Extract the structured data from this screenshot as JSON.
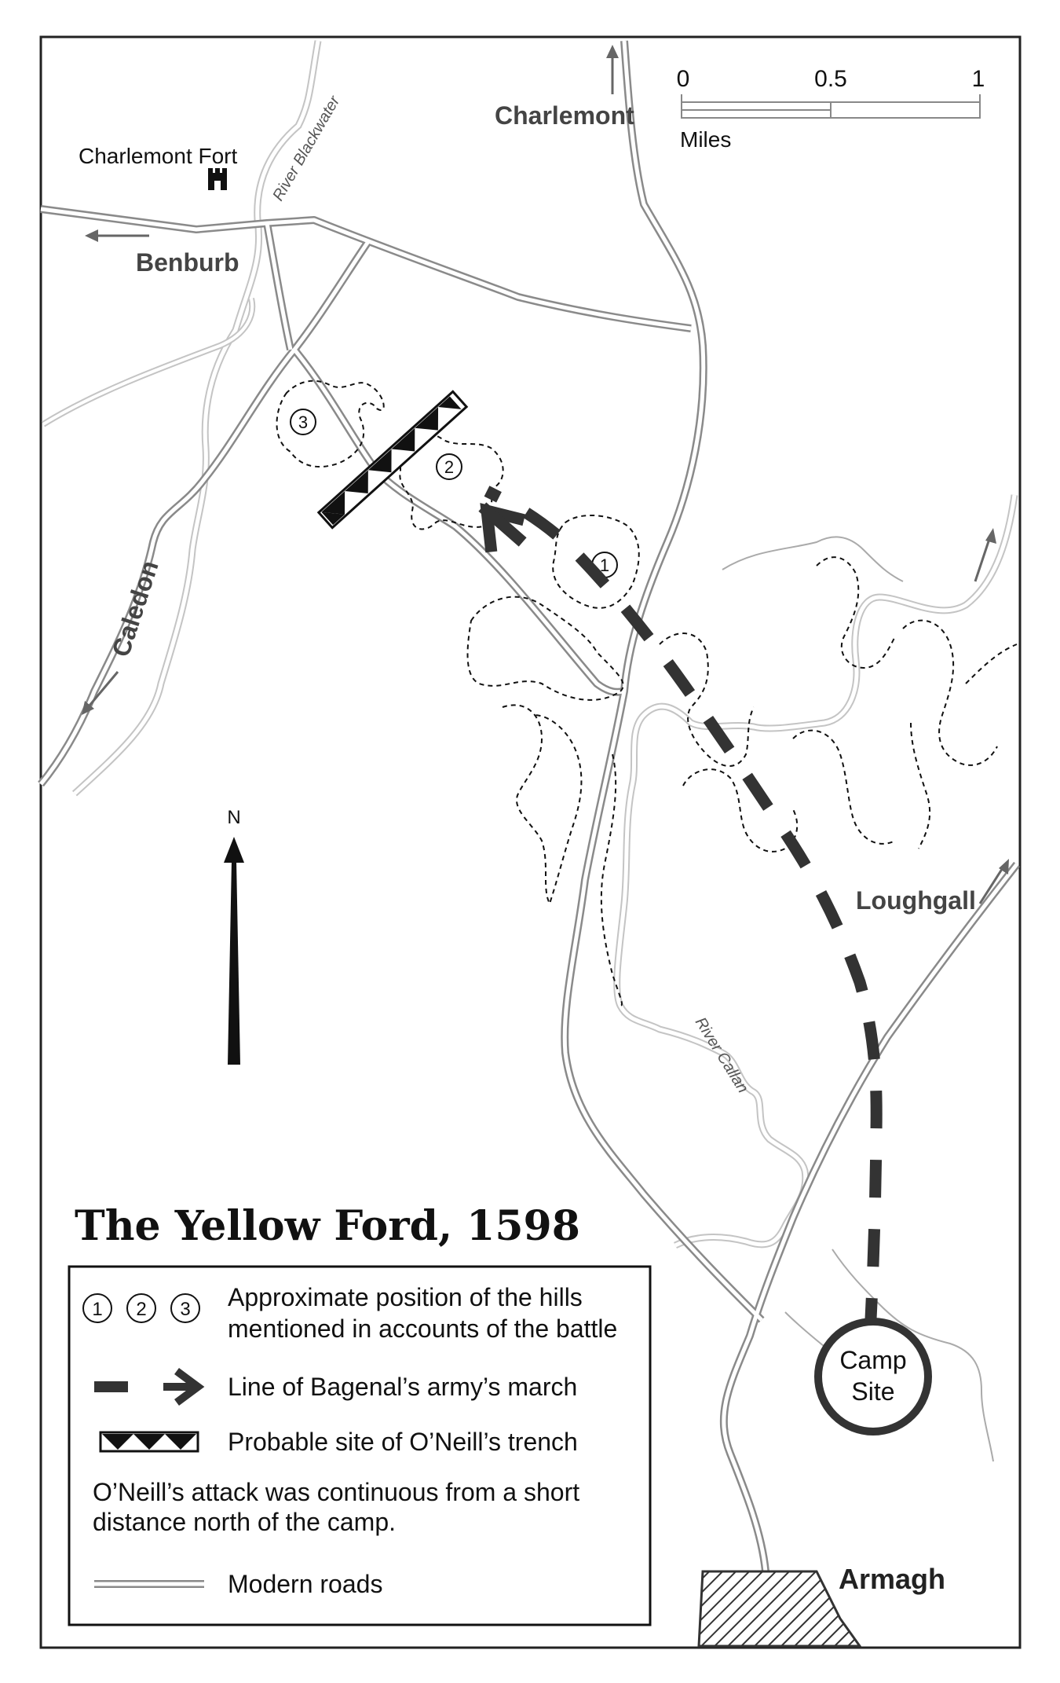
{
  "map": {
    "title": "The Yellow Ford, 1598",
    "places": {
      "charlemont_fort": "Charlemont Fort",
      "charlemont": "Charlemont",
      "benburb": "Benburb",
      "caledon": "Caledon",
      "loughgall": "Loughgall",
      "armagh": "Armagh",
      "camp_line1": "Camp",
      "camp_line2": "Site"
    },
    "rivers": {
      "blackwater": "River Blackwater",
      "callan": "River Callan"
    },
    "scale": {
      "tick_0": "0",
      "tick_half": "0.5",
      "tick_1": "1",
      "unit": "Miles"
    },
    "north_label": "N",
    "hills": [
      "1",
      "2",
      "3"
    ],
    "legend": {
      "hills_line1": "Approximate position of the hills",
      "hills_line2": "mentioned in accounts of the battle",
      "march": "Line of Bagenal’s army’s march",
      "trench": "Probable site of O’Neill’s trench",
      "note_line1": "O’Neill’s attack was continuous from a short",
      "note_line2": "distance north of the camp.",
      "roads": "Modern roads"
    },
    "colors": {
      "road": "#8a8a8a",
      "river": "#c4c4c4",
      "march": "#333333",
      "frame": "#222222"
    }
  }
}
